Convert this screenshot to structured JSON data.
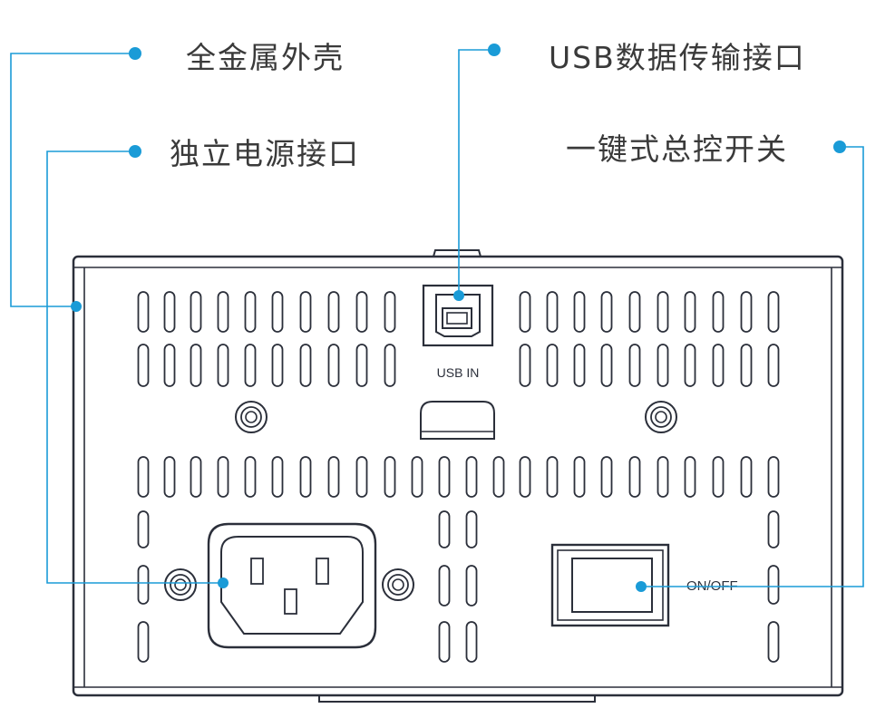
{
  "callouts": {
    "metal_shell": "全金属外壳",
    "power_port": "独立电源接口",
    "usb_port": "USB数据传输接口",
    "master_switch": "一键式总控开关"
  },
  "panel_labels": {
    "usb_in": "USB IN",
    "on_off": "ON/OFF"
  },
  "colors": {
    "accent": "#1a9bd7",
    "outline": "#2b2f3a",
    "text": "#3a3a3a"
  },
  "icons": {
    "callout_marker": "dot-icon",
    "screw": "screw-icon",
    "vent": "vent-slot-icon"
  }
}
